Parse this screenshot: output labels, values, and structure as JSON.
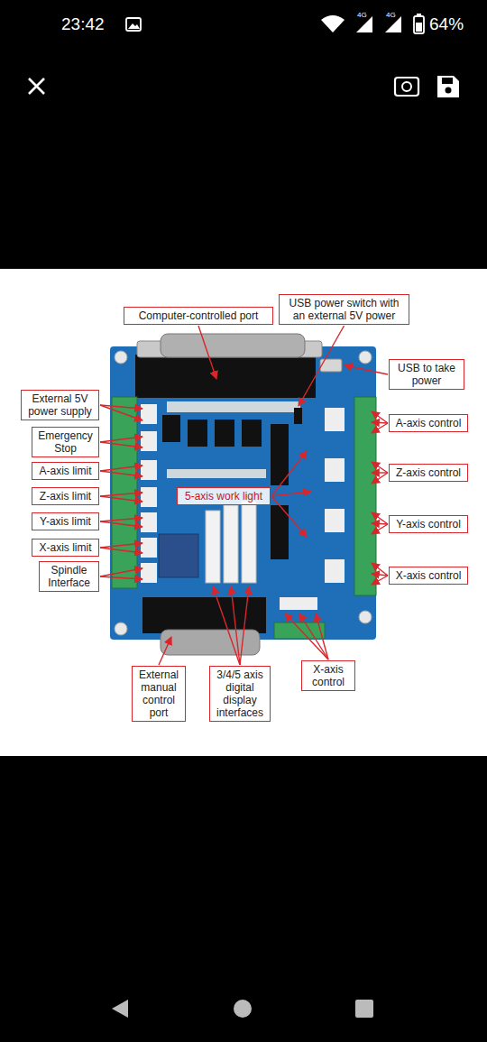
{
  "diagram": {
    "nodes": [
      {
        "text": [
          "Computer-controlled port"
        ]
      },
      {
        "text": [
          "USB power switch with an external 5V power"
        ]
      },
      {
        "text": [
          "USB to take power"
        ]
      },
      {
        "text": [
          "External 5V power supply"
        ]
      },
      {
        "text": [
          "A-axis control"
        ]
      },
      {
        "text": [
          "Emergency Stop"
        ]
      },
      {
        "text": [
          "A-axis limit"
        ]
      },
      {
        "text": [
          "Z-axis control"
        ]
      },
      {
        "text": [
          "Z-axis limit"
        ]
      },
      {
        "text": [
          "5-axis work light"
        ]
      },
      {
        "text": [
          "Y-axis limit"
        ]
      },
      {
        "text": [
          "Y-axis control"
        ]
      },
      {
        "text": [
          "X-axis limit"
        ]
      },
      {
        "text": [
          "X-axis control"
        ]
      },
      {
        "text": [
          "Spindle Interface"
        ]
      },
      {
        "text": [
          "External manual control port"
        ]
      },
      {
        "text": [
          "3/4/5 axis digital display interfaces"
        ]
      },
      {
        "text": [
          "X-axis control"
        ]
      }
    ],
    "labels": [
      "23:42",
      "4G",
      "4G",
      "64%"
    ]
  }
}
